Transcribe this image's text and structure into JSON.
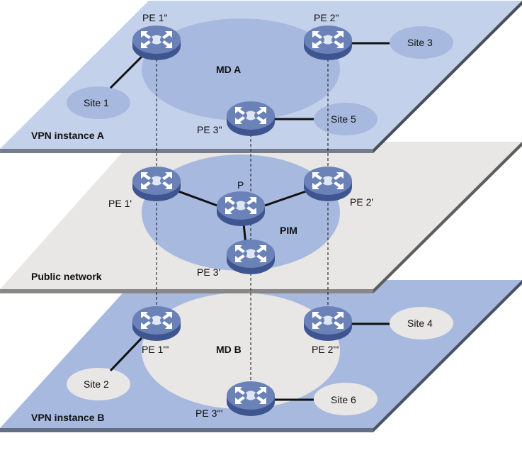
{
  "layers": [
    {
      "id": "vpn-a",
      "label": "VPN instance A",
      "domain_label": "MD A",
      "plane_color": "#c3d1ea",
      "edge_color": "#757c8a",
      "domain_color": "#a7b9de"
    },
    {
      "id": "public",
      "label": "Public network",
      "domain_label": "PIM",
      "plane_color": "#e8e7e5",
      "edge_color": "#8a8886",
      "domain_color": "#a7b9de"
    },
    {
      "id": "vpn-b",
      "label": "VPN instance B",
      "domain_label": "MD B",
      "plane_color": "#a7b9de",
      "edge_color": "#616e85",
      "domain_color": "#e8e7e5"
    }
  ],
  "routers": {
    "pe1_a": "PE 1''",
    "pe2_a": "PE 2''",
    "pe3_a": "PE 3''",
    "pe1_p": "PE 1'",
    "pe2_p": "PE 2'",
    "pe3_p": "PE 3'",
    "p": "P",
    "pe1_b": "PE 1'''",
    "pe2_b": "PE 2'''",
    "pe3_b": "PE 3'''"
  },
  "sites": {
    "site1": "Site 1",
    "site3": "Site 3",
    "site5": "Site 5",
    "site2": "Site 2",
    "site4": "Site 4",
    "site6": "Site 6"
  },
  "router_icon": "switch-router-icon",
  "colors": {
    "router_top": "#6a82b8",
    "router_side": "#3f5590",
    "link": "#111111",
    "site_a": "#a7b9de",
    "site_b": "#e8e7e5"
  }
}
